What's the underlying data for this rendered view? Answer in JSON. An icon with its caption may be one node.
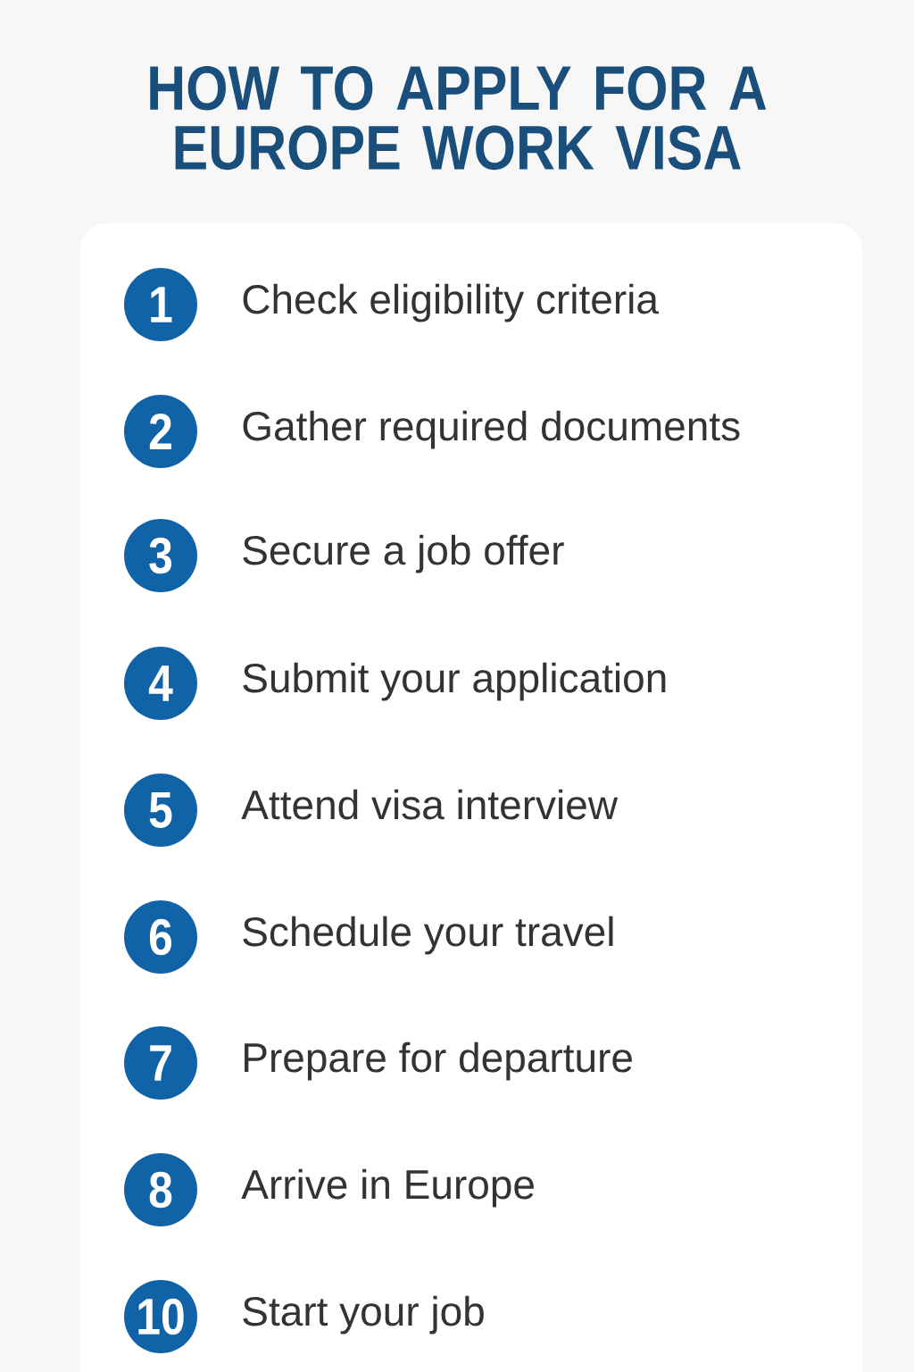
{
  "diagram": {
    "title": "HOW TO APPLY FOR A EUROPE WORK VISA",
    "nodes": [
      {
        "text": [
          "1"
        ],
        "beside": [
          "Check eligibility criteria"
        ]
      },
      {
        "text": [
          "2"
        ],
        "beside": [
          "Gather required documents"
        ]
      },
      {
        "text": [
          "3"
        ],
        "beside": [
          "Secure a job offer"
        ]
      },
      {
        "text": [
          "4"
        ],
        "beside": [
          "Submit your application"
        ]
      },
      {
        "text": [
          "5"
        ],
        "beside": [
          "Attend visa interview"
        ]
      },
      {
        "text": [
          "6"
        ],
        "beside": [
          "Schedule your travel"
        ]
      },
      {
        "text": [
          "7"
        ],
        "beside": [
          "Prepare for departure"
        ]
      },
      {
        "text": [
          "8"
        ],
        "beside": [
          "Arrive in Europe"
        ]
      },
      {
        "text": [
          "10"
        ],
        "beside": [
          "Start your job"
        ]
      }
    ]
  }
}
